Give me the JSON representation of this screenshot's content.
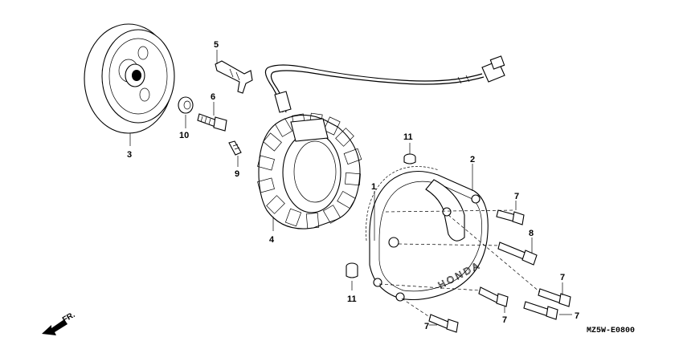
{
  "diagram": {
    "callouts": {
      "c1": "1",
      "c2": "2",
      "c3": "3",
      "c4": "4",
      "c5": "5",
      "c6": "6",
      "c7a": "7",
      "c7b": "7",
      "c7c": "7",
      "c7d": "7",
      "c7e": "7",
      "c8": "8",
      "c9": "9",
      "c10": "10",
      "c11a": "11",
      "c11b": "11"
    },
    "cover_brand": "HONDA",
    "front_label": "FR.",
    "diagram_code": "MZ5W-E0800"
  }
}
